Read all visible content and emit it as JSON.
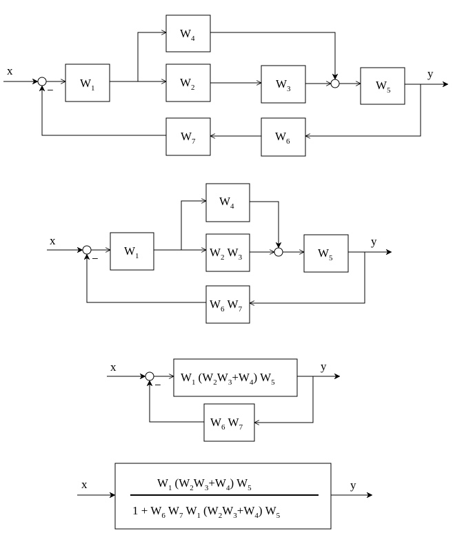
{
  "signals": {
    "input": "x",
    "output": "y",
    "minus": "–"
  },
  "d1": {
    "w1": "1",
    "w2": "2",
    "w3": "3",
    "w4": "4",
    "w5": "5",
    "w6": "6",
    "w7": "7"
  },
  "d2": {
    "w1": "1",
    "w4": "4",
    "w5": "5",
    "w2": "2",
    "w3": "3",
    "w6": "6",
    "w7": "7"
  },
  "d3": {
    "fwd": [
      "1",
      "2",
      "3",
      "4",
      "5"
    ],
    "fb": [
      "6",
      "7"
    ]
  },
  "d4": {
    "num": [
      "1",
      "2",
      "3",
      "4",
      "5"
    ],
    "den_prefix": "1 +",
    "den": [
      "6",
      "7",
      "1",
      "2",
      "3",
      "4",
      "5"
    ]
  },
  "sym": "W"
}
